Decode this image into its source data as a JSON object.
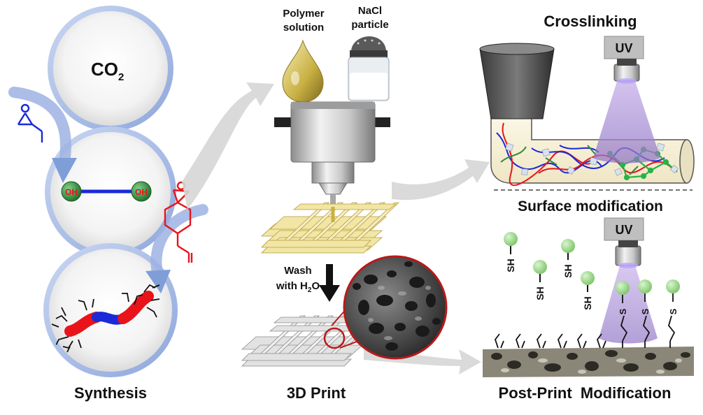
{
  "synthesis": {
    "co2_main": "CO",
    "co2_sub": "2",
    "oh_label": "OH",
    "section_title": "Synthesis"
  },
  "print": {
    "polymer_label_1": "Polymer",
    "polymer_label_2": "solution",
    "nacl_label_1": "NaCl",
    "nacl_label_2": "particle",
    "wash_label_1": "Wash",
    "wash_label_2": "with H",
    "wash_label_sub": "2",
    "wash_label_3": "O",
    "section_title": "3D Print"
  },
  "post": {
    "crosslinking_title": "Crosslinking",
    "uv_label": "UV",
    "surface_title": "Surface modification",
    "sh_label": "SH",
    "s_label": "S",
    "section_title": "Post-Print  Modification"
  },
  "colors": {
    "arrow_blue": "#7f9ed8",
    "polymer_red": "#e8141a",
    "polymer_blue": "#1a2ad8",
    "oh_green": "#2e8a3a",
    "uv_purple": "#a98fd0",
    "thiol_green": "#9fd88f",
    "scaffold_yellow": "#f2e6a6",
    "scaffold_gray": "#d6d6d6",
    "sem_ring": "#b81a1a"
  }
}
